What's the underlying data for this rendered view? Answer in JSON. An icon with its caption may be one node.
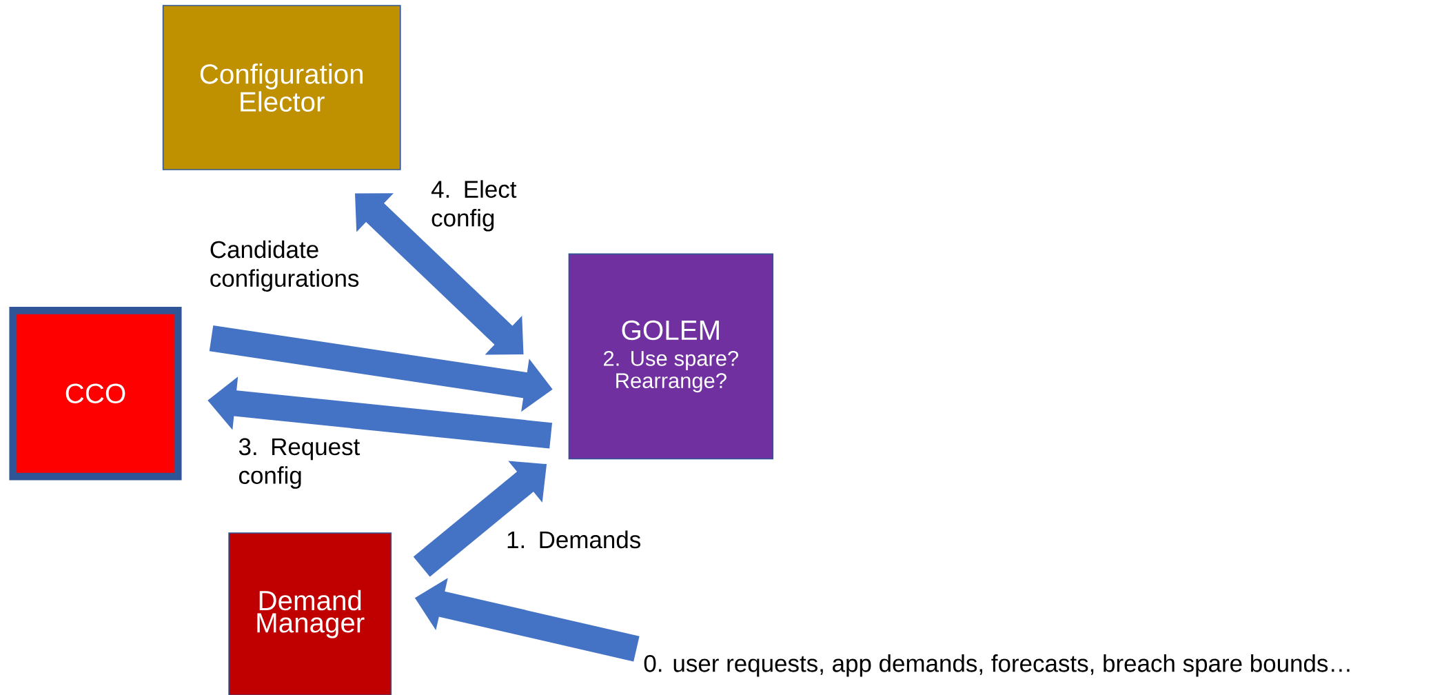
{
  "diagram": {
    "nodes": [
      {
        "text": [
          "Configuration Elector"
        ]
      },
      {
        "text": [
          "GOLEM",
          "2. Use spare? Rearrange?"
        ]
      },
      {
        "text": [
          "CCO"
        ]
      },
      {
        "text": [
          "Demand Manager"
        ]
      },
      {
        "text": [
          "0. user requests, app demands, forecasts, breach spare bounds…"
        ]
      }
    ],
    "edges": [
      {
        "from": 0,
        "to": 1,
        "arrow": "both",
        "label": "4. Elect config"
      },
      {
        "from": 2,
        "to": 1,
        "arrow": "to",
        "label": "Candidate configurations"
      },
      {
        "from": 1,
        "to": 2,
        "arrow": "to",
        "label": "3. Request config"
      },
      {
        "from": 3,
        "to": 1,
        "arrow": "to",
        "label": "1. Demands"
      },
      {
        "from": 4,
        "to": 3,
        "arrow": "to"
      }
    ]
  }
}
